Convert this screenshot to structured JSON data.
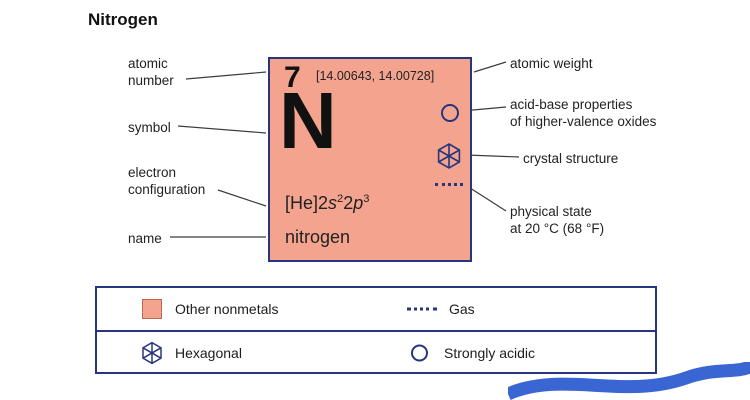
{
  "title": "Nitrogen",
  "card": {
    "atomic_number": "7",
    "atomic_weight": "[14.00643, 14.00728]",
    "symbol": "N",
    "electron_configuration": {
      "prefix": "[He]2",
      "s": "s",
      "s_sup": "2",
      "mid": "2",
      "p": "p",
      "p_sup": "3"
    },
    "name": "nitrogen"
  },
  "callouts": {
    "left": [
      "atomic\nnumber",
      "symbol",
      "electron\nconfiguration",
      "name"
    ],
    "right": [
      "atomic weight",
      "acid-base properties\nof higher-valence oxides",
      "crystal structure",
      "physical state\nat 20 °C (68 °F)"
    ]
  },
  "legend": {
    "other_nonmetals": "Other nonmetals",
    "gas": "Gas",
    "hexagonal": "Hexagonal",
    "strongly_acidic": "Strongly acidic"
  },
  "icons": {
    "acid_base": "circle-outline-icon",
    "crystal_structure": "hexagonal-structure-icon",
    "physical_state": "dotted-line-gas-icon"
  },
  "colors": {
    "card_fill": "#f4a48e",
    "navy": "#27357e",
    "text": "#1a1a1a",
    "leader_line": "#3c3c3c",
    "swoosh": "#3a66d4"
  }
}
